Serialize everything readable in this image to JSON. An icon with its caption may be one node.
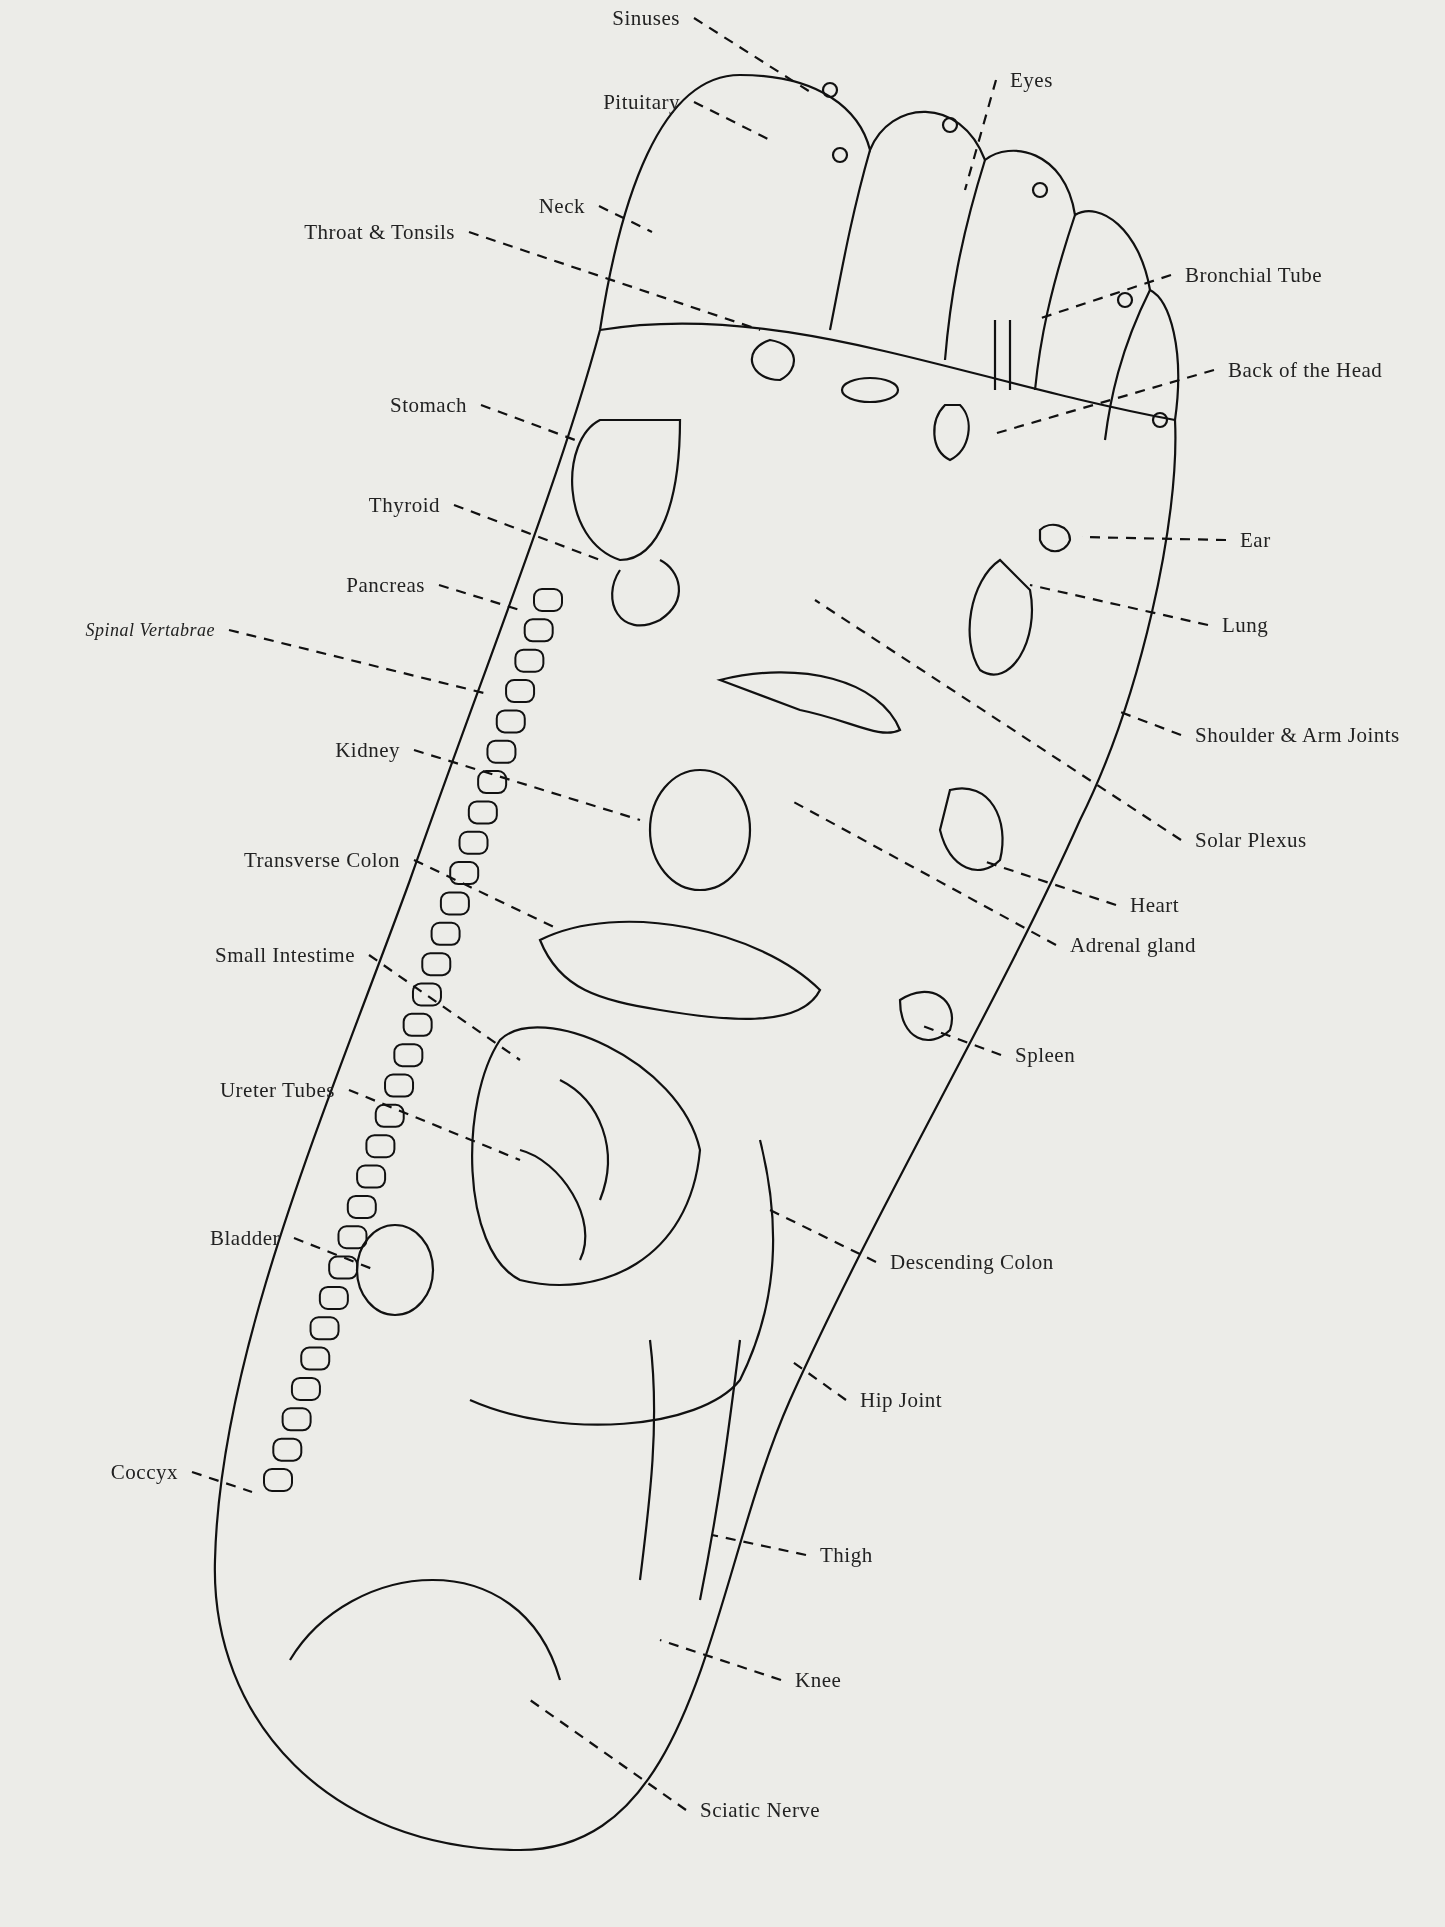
{
  "diagram": {
    "nodes": [
      {
        "text": [
          "Sinuses"
        ]
      },
      {
        "text": [
          "Eyes"
        ]
      },
      {
        "text": [
          "Pituitary"
        ]
      },
      {
        "text": [
          "Neck"
        ]
      },
      {
        "text": [
          "Throat & Tonsils"
        ]
      },
      {
        "text": [
          "Bronchial Tube"
        ]
      },
      {
        "text": [
          "Back of the Head"
        ]
      },
      {
        "text": [
          "Stomach"
        ]
      },
      {
        "text": [
          "Ear"
        ]
      },
      {
        "text": [
          "Thyroid"
        ]
      },
      {
        "text": [
          "Lung"
        ]
      },
      {
        "text": [
          "Pancreas"
        ]
      },
      {
        "text": [
          "Spinal Vertabrae"
        ]
      },
      {
        "text": [
          "Shoulder & Arm Joints"
        ]
      },
      {
        "text": [
          "Kidney"
        ]
      },
      {
        "text": [
          "Solar Plexus"
        ]
      },
      {
        "text": [
          "Transverse Colon"
        ]
      },
      {
        "text": [
          "Heart"
        ]
      },
      {
        "text": [
          "Adrenal gland"
        ]
      },
      {
        "text": [
          "Small Intestime"
        ]
      },
      {
        "text": [
          "Spleen"
        ]
      },
      {
        "text": [
          "Ureter Tubes"
        ]
      },
      {
        "text": [
          "Descending Colon"
        ]
      },
      {
        "text": [
          "Bladder"
        ]
      },
      {
        "text": [
          "Hip Joint"
        ]
      },
      {
        "text": [
          "Coccyx"
        ]
      },
      {
        "text": [
          "Thigh"
        ]
      },
      {
        "text": [
          "Knee"
        ]
      },
      {
        "text": [
          "Sciatic Nerve"
        ]
      }
    ],
    "edges": [
      {
        "from": 0,
        "to": null,
        "arrow": "none"
      },
      {
        "from": 1,
        "to": null,
        "arrow": "none"
      },
      {
        "from": 2,
        "to": null,
        "arrow": "none"
      },
      {
        "from": 3,
        "to": null,
        "arrow": "none"
      },
      {
        "from": 4,
        "to": null,
        "arrow": "none"
      },
      {
        "from": 5,
        "to": null,
        "arrow": "none"
      },
      {
        "from": 6,
        "to": null,
        "arrow": "none"
      },
      {
        "from": 7,
        "to": null,
        "arrow": "none"
      },
      {
        "from": 8,
        "to": null,
        "arrow": "none"
      },
      {
        "from": 9,
        "to": null,
        "arrow": "none"
      },
      {
        "from": 10,
        "to": null,
        "arrow": "none"
      },
      {
        "from": 11,
        "to": null,
        "arrow": "none"
      },
      {
        "from": 12,
        "to": null,
        "arrow": "none"
      },
      {
        "from": 13,
        "to": null,
        "arrow": "none"
      },
      {
        "from": 14,
        "to": null,
        "arrow": "none"
      },
      {
        "from": 15,
        "to": null,
        "arrow": "none"
      },
      {
        "from": 16,
        "to": null,
        "arrow": "none"
      },
      {
        "from": 17,
        "to": null,
        "arrow": "none"
      },
      {
        "from": 18,
        "to": null,
        "arrow": "none"
      },
      {
        "from": 19,
        "to": null,
        "arrow": "none"
      },
      {
        "from": 20,
        "to": null,
        "arrow": "none"
      },
      {
        "from": 21,
        "to": null,
        "arrow": "none"
      },
      {
        "from": 22,
        "to": null,
        "arrow": "none"
      },
      {
        "from": 23,
        "to": null,
        "arrow": "none"
      },
      {
        "from": 24,
        "to": null,
        "arrow": "none"
      },
      {
        "from": 25,
        "to": null,
        "arrow": "none"
      },
      {
        "from": 26,
        "to": null,
        "arrow": "none"
      },
      {
        "from": 27,
        "to": null,
        "arrow": "none"
      },
      {
        "from": 28,
        "to": null,
        "arrow": "none"
      }
    ]
  }
}
